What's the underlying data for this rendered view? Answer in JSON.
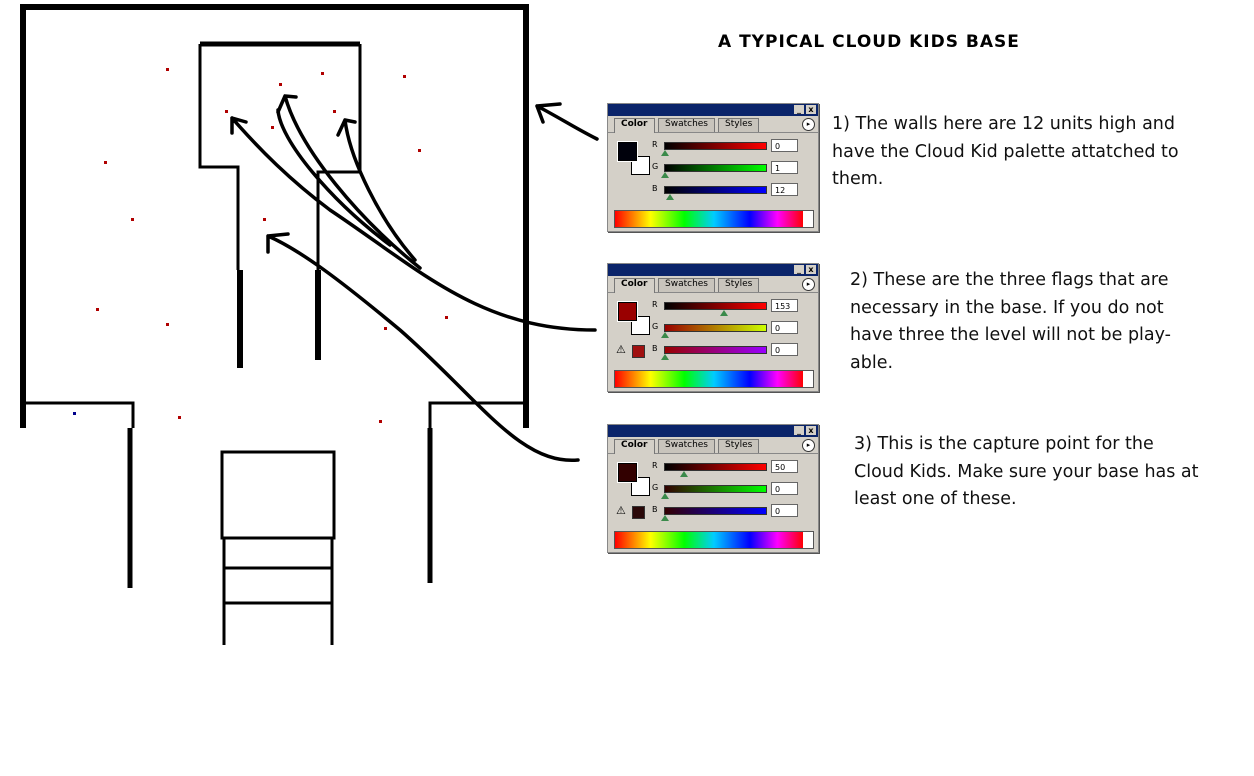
{
  "title": "A TYPICAL CLOUD KIDS BASE",
  "notes": [
    "1) The walls here are 12 units high and have the Cloud Kid palette attatched to them.",
    "2) These are the three flags that are necessary in the base. If you do not have three the level will not be play-able.",
    "3) This is the capture point for the Cloud Kids. Make sure your base has at least one of these."
  ],
  "panel": {
    "tabs": [
      "Color",
      "Swatches",
      "Styles"
    ],
    "channels": [
      "R",
      "G",
      "B"
    ],
    "minimize": "_",
    "close": "x",
    "menu": "▸",
    "warning": "⚠"
  },
  "panels": [
    {
      "color": "#00010c",
      "values": [
        "0",
        "1",
        "12"
      ],
      "fractions": [
        0,
        0.004,
        0.047
      ],
      "warning": false
    },
    {
      "color": "#990000",
      "values": [
        "153",
        "0",
        "0"
      ],
      "fractions": [
        0.6,
        0,
        0
      ],
      "warning": true
    },
    {
      "color": "#320000",
      "values": [
        "50",
        "0",
        "0"
      ],
      "fractions": [
        0.196,
        0,
        0
      ],
      "warning": true
    }
  ],
  "colors": {
    "wall": "#000000",
    "dot": "#b00000"
  }
}
